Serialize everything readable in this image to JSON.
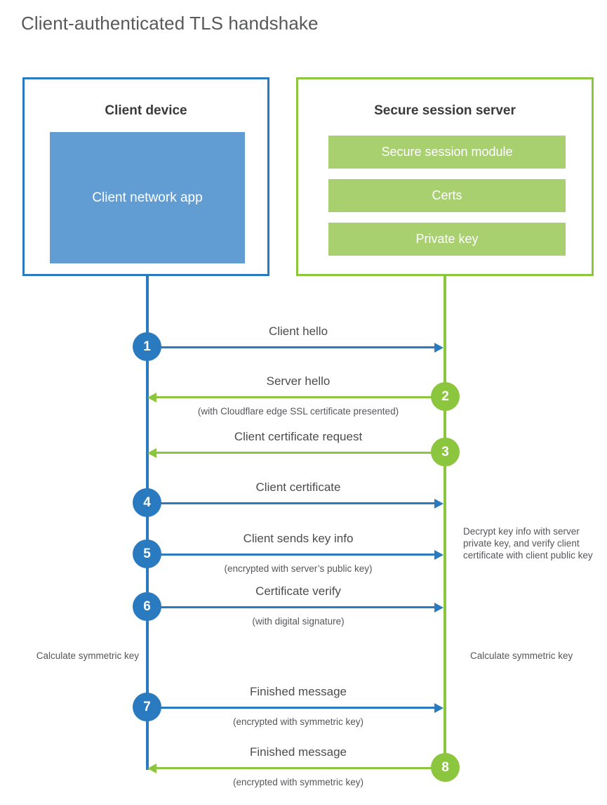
{
  "title": "Client-authenticated TLS handshake",
  "colors": {
    "client_blue": "#2a7ac0",
    "client_app_fill": "#619dd2",
    "server_green": "#8cc63e",
    "server_bar_fill": "#a8d06f",
    "text_gray": "#4c4c4e",
    "title_gray": "#58595b",
    "background": "#ffffff"
  },
  "client": {
    "title": "Client device",
    "app_label": "Client network app"
  },
  "server": {
    "title": "Secure session server",
    "bars": [
      "Secure session module",
      "Certs",
      "Private key"
    ]
  },
  "steps": [
    {
      "number": "1",
      "direction": "client-to-server",
      "label": "Client hello",
      "sublabel": ""
    },
    {
      "number": "2",
      "direction": "server-to-client",
      "label": "Server hello",
      "sublabel": "(with Cloudflare edge SSL certificate presented)"
    },
    {
      "number": "3",
      "direction": "server-to-client",
      "label": "Client certificate request",
      "sublabel": ""
    },
    {
      "number": "4",
      "direction": "client-to-server",
      "label": "Client certificate",
      "sublabel": ""
    },
    {
      "number": "5",
      "direction": "client-to-server",
      "label": "Client sends key info",
      "sublabel": "(encrypted with server’s public key)"
    },
    {
      "number": "6",
      "direction": "client-to-server",
      "label": "Certificate verify",
      "sublabel": "(with digital signature)"
    },
    {
      "number": "7",
      "direction": "client-to-server",
      "label": "Finished message",
      "sublabel": "(encrypted with symmetric key)"
    },
    {
      "number": "8",
      "direction": "server-to-client",
      "label": "Finished message",
      "sublabel": "(encrypted with symmetric key)"
    }
  ],
  "notes": {
    "decrypt": "Decrypt key info with server private key, and verify client certificate with client public key",
    "calculate_left": "Calculate symmetric key",
    "calculate_right": "Calculate symmetric key"
  }
}
